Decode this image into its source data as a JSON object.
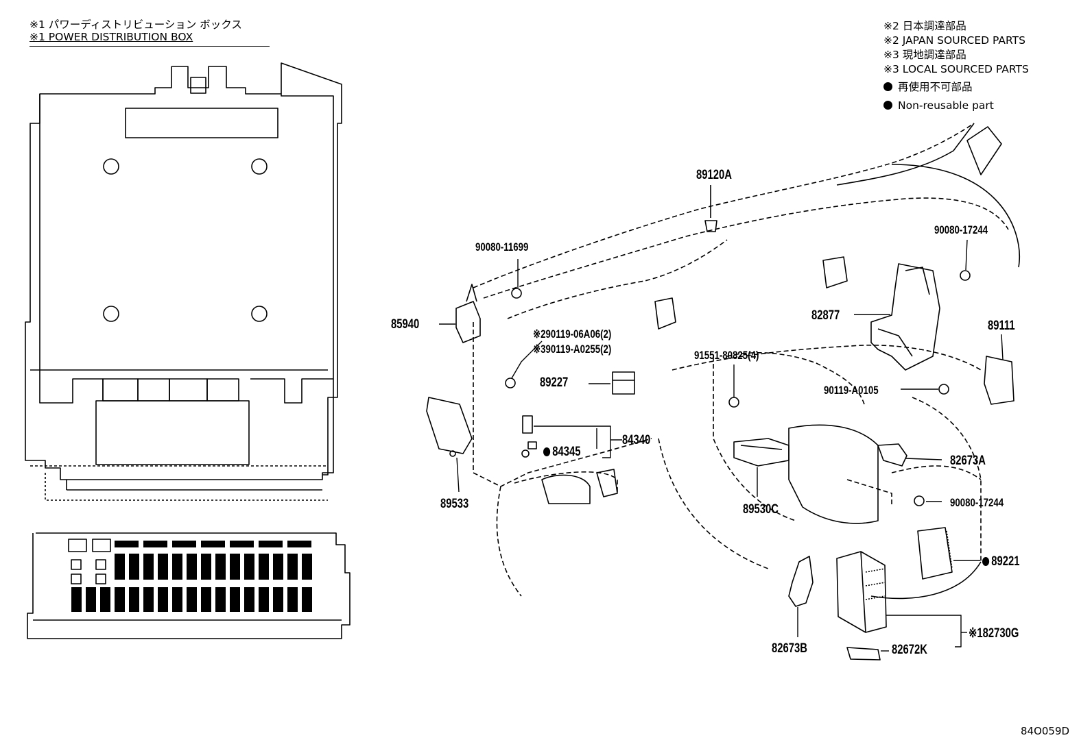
{
  "header": {
    "line1": "※1  パワーディストリビューション ボックス",
    "line2": "※1  POWER DISTRIBUTION BOX"
  },
  "legend": {
    "l1": "※2 日本調達部品",
    "l2": "※2 JAPAN SOURCED PARTS",
    "l3": "※3 現地調達部品",
    "l4": "※3 LOCAL SOURCED PARTS",
    "l5": "再使用不可部品",
    "l6": "Non-reusable part"
  },
  "parts": {
    "p89120A": "89120A",
    "p90080_11699": "90080-11699",
    "p90080_17244_top": "90080-17244",
    "p85940": "85940",
    "p82877": "82877",
    "p89111": "89111",
    "p90119_06A06": "※290119-06A06(2)",
    "p90119_A0255": "※390119-A0255(2)",
    "p91551": "91551-80825(4)",
    "p89227": "89227",
    "p90119_A0105": "90119-A0105",
    "p84340": "84340",
    "p84345": "84345",
    "p82673A": "82673A",
    "p89533": "89533",
    "p89530C": "89530C",
    "p90080_17244_bot": "90080-17244",
    "p89221": "89221",
    "p82730G": "※182730G",
    "p82673B": "82673B",
    "p82672K": "82672K"
  },
  "drawing_id": "84O059D",
  "colors": {
    "line": "#000000",
    "background": "#ffffff"
  }
}
